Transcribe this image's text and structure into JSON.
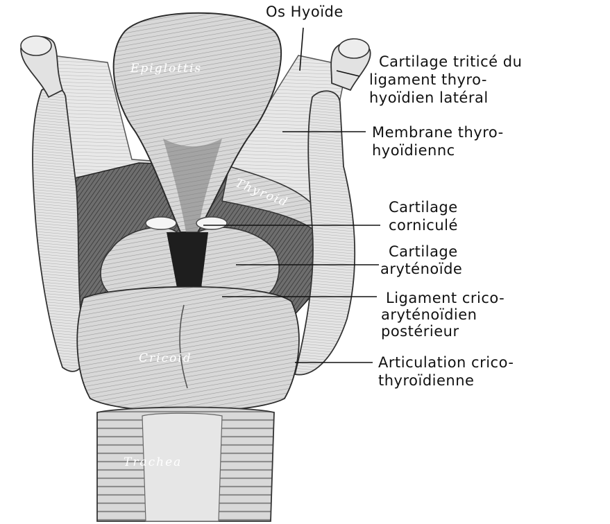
{
  "figure": {
    "inner_labels": {
      "epiglottis": "Epiglottis",
      "thyroid": "Thyroid",
      "cricoid": "Cricoid",
      "trachea": "Trachea"
    },
    "callouts": [
      {
        "id": "os-hyoide",
        "lines": [
          "Os Hyoïde"
        ]
      },
      {
        "id": "cartilage-tritice",
        "lines": [
          "Cartilage triticé du",
          "ligament thyro-",
          "hyoïdien latéral"
        ]
      },
      {
        "id": "membrane",
        "lines": [
          "Membrane thyro-",
          "hyoïdiennc"
        ]
      },
      {
        "id": "corniculé",
        "lines": [
          "Cartilage",
          "corniculé"
        ]
      },
      {
        "id": "arytenoide",
        "lines": [
          "Cartilage",
          "aryténoïde"
        ]
      },
      {
        "id": "ligament",
        "lines": [
          "Ligament crico-",
          "aryténoïdien",
          "postérieur"
        ]
      },
      {
        "id": "articulation",
        "lines": [
          "Articulation crico-",
          "thyroïdienne"
        ]
      }
    ],
    "colors": {
      "cartilage_fill": "#dcdcdc",
      "shadow": "#2a2a2a",
      "midtone": "#8c8c8c",
      "line": "#111111"
    }
  }
}
